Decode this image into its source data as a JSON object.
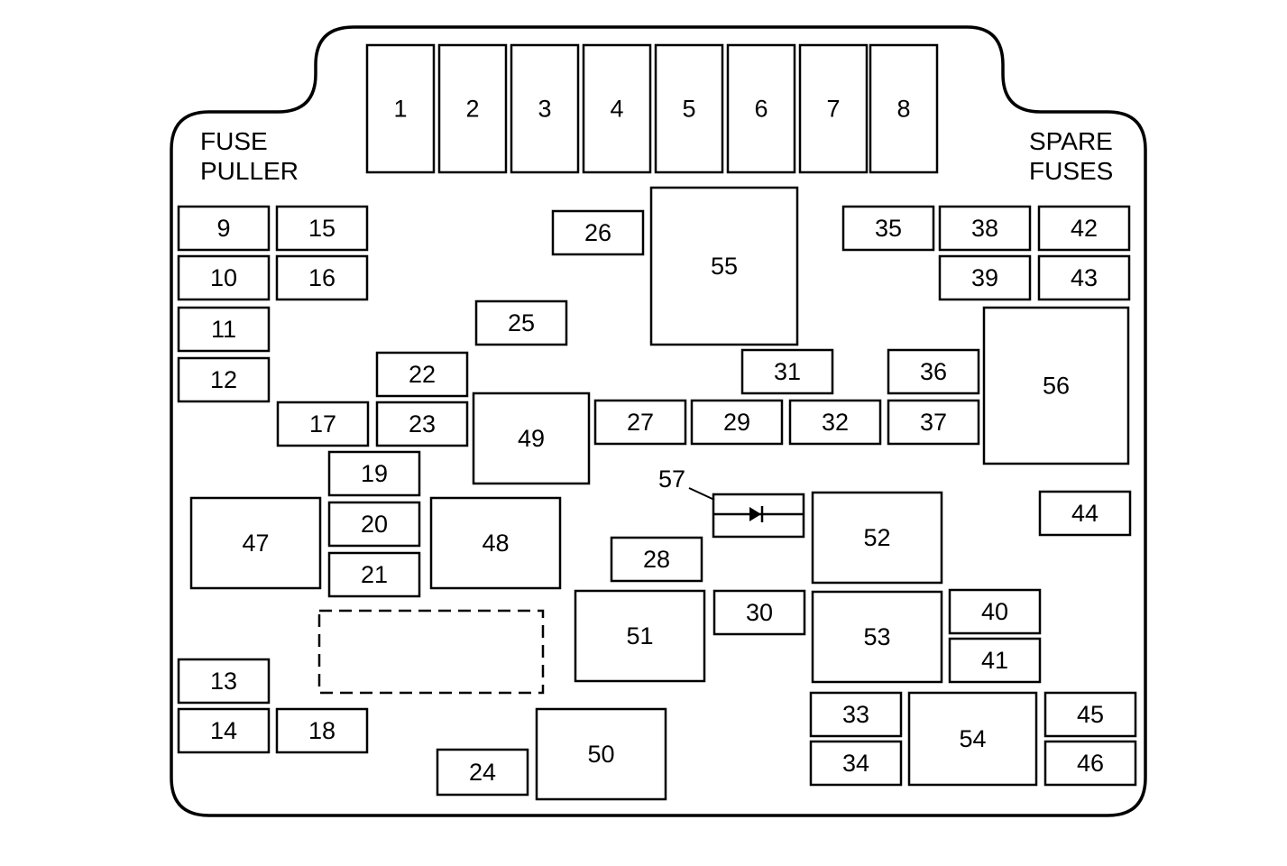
{
  "labels": {
    "fuse_puller_line1": "FUSE",
    "fuse_puller_line2": "PULLER",
    "spare_fuses_line1": "SPARE",
    "spare_fuses_line2": "FUSES"
  },
  "slots": [
    "1",
    "2",
    "3",
    "4",
    "5",
    "6",
    "7",
    "8",
    "9",
    "10",
    "11",
    "12",
    "13",
    "14",
    "15",
    "16",
    "17",
    "18",
    "19",
    "20",
    "21",
    "22",
    "23",
    "24",
    "25",
    "26",
    "27",
    "28",
    "29",
    "30",
    "31",
    "32",
    "33",
    "34",
    "35",
    "36",
    "37",
    "38",
    "39",
    "40",
    "41",
    "42",
    "43",
    "44",
    "45",
    "46",
    "47",
    "48",
    "49",
    "50",
    "51",
    "52",
    "53",
    "54",
    "55",
    "56"
  ],
  "diode_label": "57",
  "diode_icon": "diode-icon"
}
